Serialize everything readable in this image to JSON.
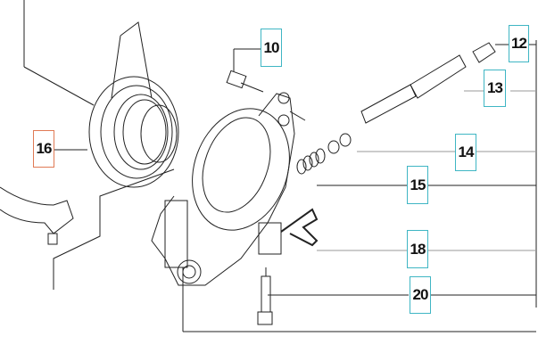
{
  "diagram": {
    "callouts": [
      {
        "id": "10",
        "label": "10",
        "highlighted": false
      },
      {
        "id": "12",
        "label": "12",
        "highlighted": false
      },
      {
        "id": "13",
        "label": "13",
        "highlighted": false
      },
      {
        "id": "14",
        "label": "14",
        "highlighted": false
      },
      {
        "id": "15",
        "label": "15",
        "highlighted": false
      },
      {
        "id": "16",
        "label": "16",
        "highlighted": true
      },
      {
        "id": "18",
        "label": "18",
        "highlighted": false
      },
      {
        "id": "20",
        "label": "20",
        "highlighted": false
      }
    ],
    "colors": {
      "callout_border": "#3fb6c4",
      "highlight_border": "#e07a55",
      "line": "#222222"
    }
  }
}
